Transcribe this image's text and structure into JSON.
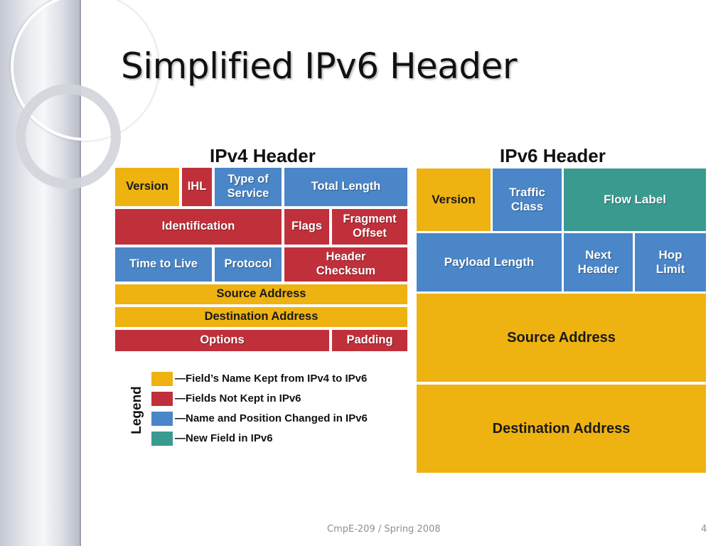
{
  "title": "Simplified IPv6 Header",
  "colors": {
    "kept": "#eeb211",
    "not_kept": "#c0303b",
    "changed": "#4a86c8",
    "new": "#3a9a90"
  },
  "ipv4": {
    "title": "IPv4 Header",
    "fields": {
      "version": "Version",
      "ihl": "IHL",
      "tos": "Type of\nService",
      "total_length": "Total Length",
      "identification": "Identification",
      "flags": "Flags",
      "fragment_offset": "Fragment\nOffset",
      "ttl": "Time to Live",
      "protocol": "Protocol",
      "header_checksum": "Header\nChecksum",
      "source_address": "Source Address",
      "destination_address": "Destination Address",
      "options": "Options",
      "padding": "Padding"
    }
  },
  "ipv6": {
    "title": "IPv6 Header",
    "fields": {
      "version": "Version",
      "traffic_class": "Traffic\nClass",
      "flow_label": "Flow Label",
      "payload_length": "Payload Length",
      "next_header": "Next\nHeader",
      "hop_limit": "Hop\nLimit",
      "source_address": "Source Address",
      "destination_address": "Destination Address"
    }
  },
  "legend": {
    "title": "Legend",
    "items": [
      "—Field’s Name Kept from IPv4 to IPv6",
      "—Fields Not Kept in IPv6",
      "—Name and Position Changed in IPv6",
      "—New Field in IPv6"
    ]
  },
  "footer": {
    "course": "CmpE-209 / Spring 2008",
    "page": "4"
  }
}
